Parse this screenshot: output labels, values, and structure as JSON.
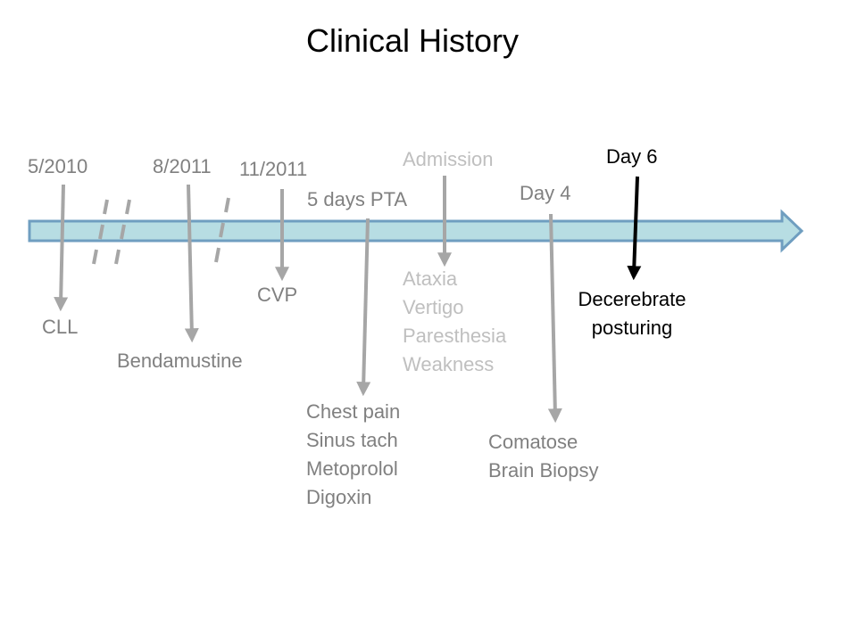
{
  "title": "Clinical History",
  "colors": {
    "timeline_fill": "#b7dde3",
    "timeline_stroke": "#6f9ec0",
    "past_event": "#a6a6a6",
    "past_text": "#808080",
    "faded_text": "#bfbfbf",
    "current": "#000000"
  },
  "events": {
    "e2010": {
      "date": "5/2010",
      "label": "CLL"
    },
    "e2011a": {
      "date": "8/2011",
      "label": "Bendamustine"
    },
    "e2011b": {
      "date": "11/2011",
      "label": "CVP"
    },
    "pta": {
      "date": "5 days PTA",
      "lines": [
        "Chest pain",
        "Sinus tach",
        "Metoprolol",
        "Digoxin"
      ]
    },
    "admission": {
      "date": "Admission",
      "lines": [
        "Ataxia",
        "Vertigo",
        "Paresthesia",
        "Weakness"
      ]
    },
    "day4": {
      "date": "Day 4",
      "lines": [
        "Comatose",
        "Brain Biopsy"
      ]
    },
    "day6": {
      "date": "Day 6",
      "lines": [
        "Decerebrate",
        "posturing"
      ]
    }
  }
}
